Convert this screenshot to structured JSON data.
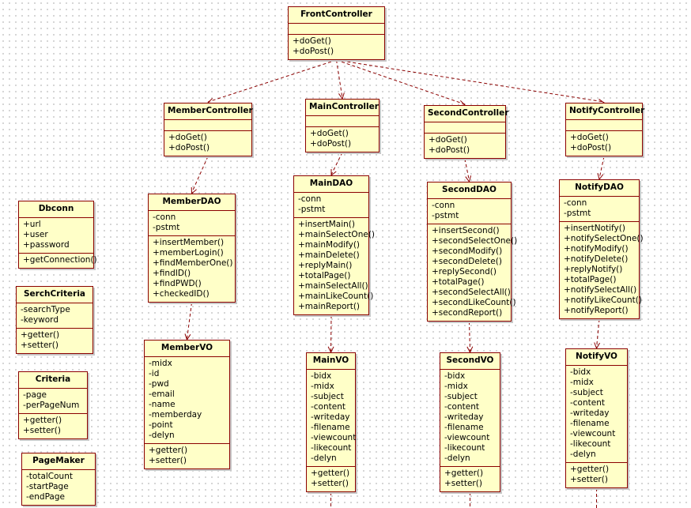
{
  "classes": [
    {
      "id": "fc",
      "name": "FrontController",
      "attributes": [],
      "operations": [
        "+doGet()",
        "+doPost()"
      ]
    },
    {
      "id": "mc",
      "name": "MemberController",
      "attributes": [],
      "operations": [
        "+doGet()",
        "+doPost()"
      ]
    },
    {
      "id": "mnc",
      "name": "MainController",
      "attributes": [],
      "operations": [
        "+doGet()",
        "+doPost()"
      ]
    },
    {
      "id": "sc",
      "name": "SecondController",
      "attributes": [],
      "operations": [
        "+doGet()",
        "+doPost()"
      ]
    },
    {
      "id": "nc",
      "name": "NotifyController",
      "attributes": [],
      "operations": [
        "+doGet()",
        "+doPost()"
      ]
    },
    {
      "id": "db",
      "name": "Dbconn",
      "attributes": [
        "+url",
        "+user",
        "+password"
      ],
      "operations": [
        "+getConnection()"
      ]
    },
    {
      "id": "scr",
      "name": "SerchCriteria",
      "attributes": [
        "-searchType",
        "-keyword"
      ],
      "operations": [
        "+getter()",
        "+setter()"
      ]
    },
    {
      "id": "cr",
      "name": "Criteria",
      "attributes": [
        "-page",
        "-perPageNum"
      ],
      "operations": [
        "+getter()",
        "+setter()"
      ]
    },
    {
      "id": "pm",
      "name": "PageMaker",
      "attributes": [
        "-totalCount",
        "-startPage",
        "-endPage"
      ],
      "operations": []
    },
    {
      "id": "md",
      "name": "MemberDAO",
      "attributes": [
        "-conn",
        "-pstmt"
      ],
      "operations": [
        "+insertMember()",
        "+memberLogin()",
        "+findMemberOne()",
        "+findID()",
        "+findPWD()",
        "+checkedID()"
      ]
    },
    {
      "id": "mnd",
      "name": "MainDAO",
      "attributes": [
        "-conn",
        "-pstmt"
      ],
      "operations": [
        "+insertMain()",
        "+mainSelectOne()",
        "+mainModify()",
        "+mainDelete()",
        "+replyMain()",
        "+totalPage()",
        "+mainSelectAll()",
        "+mainLikeCount()",
        "+mainReport()"
      ]
    },
    {
      "id": "sd",
      "name": "SecondDAO",
      "attributes": [
        "-conn",
        "-pstmt"
      ],
      "operations": [
        "+insertSecond()",
        "+secondSelectOne()",
        "+secondModify()",
        "+secondDelete()",
        "+replySecond()",
        "+totalPage()",
        "+secondSelectAll()",
        "+secondLikeCount()",
        "+secondReport()"
      ]
    },
    {
      "id": "nd",
      "name": "NotifyDAO",
      "attributes": [
        "-conn",
        "-pstmt"
      ],
      "operations": [
        "+insertNotify()",
        "+notifySelectOne()",
        "+notifyModify()",
        "+notifyDelete()",
        "+replyNotify()",
        "+totalPage()",
        "+notifySelectAll()",
        "+notifyLikeCount()",
        "+notifyReport()"
      ]
    },
    {
      "id": "mv",
      "name": "MemberVO",
      "attributes": [
        "-midx",
        "-id",
        "-pwd",
        "-email",
        "-name",
        "-memberday",
        "-point",
        "-delyn"
      ],
      "operations": [
        "+getter()",
        "+setter()"
      ]
    },
    {
      "id": "mnv",
      "name": "MainVO",
      "attributes": [
        "-bidx",
        "-midx",
        "-subject",
        "-content",
        "-writeday",
        "-filename",
        "-viewcount",
        "-likecount",
        "-delyn"
      ],
      "operations": [
        "+getter()",
        "+setter()"
      ]
    },
    {
      "id": "sv",
      "name": "SecondVO",
      "attributes": [
        "-bidx",
        "-midx",
        "-subject",
        "-content",
        "-writeday",
        "-filename",
        "-viewcount",
        "-likecount",
        "-delyn"
      ],
      "operations": [
        "+getter()",
        "+setter()"
      ]
    },
    {
      "id": "nv",
      "name": "NotifyVO",
      "attributes": [
        "-bidx",
        "-midx",
        "-subject",
        "-content",
        "-writeday",
        "-filename",
        "-viewcount",
        "-likecount",
        "-delyn"
      ],
      "operations": [
        "+getter()",
        "+setter()"
      ]
    }
  ],
  "dependencies": [
    {
      "from": "fc",
      "to": "mc"
    },
    {
      "from": "fc",
      "to": "mnc"
    },
    {
      "from": "fc",
      "to": "sc"
    },
    {
      "from": "fc",
      "to": "nc"
    },
    {
      "from": "mc",
      "to": "md"
    },
    {
      "from": "mnc",
      "to": "mnd"
    },
    {
      "from": "sc",
      "to": "sd"
    },
    {
      "from": "nc",
      "to": "nd"
    },
    {
      "from": "md",
      "to": "mv"
    },
    {
      "from": "mnd",
      "to": "mnv"
    },
    {
      "from": "sd",
      "to": "sv"
    },
    {
      "from": "nd",
      "to": "nv"
    }
  ],
  "colors": {
    "box_fill": "#ffffc8",
    "box_border": "#8b0000",
    "edge": "#8b0000"
  }
}
